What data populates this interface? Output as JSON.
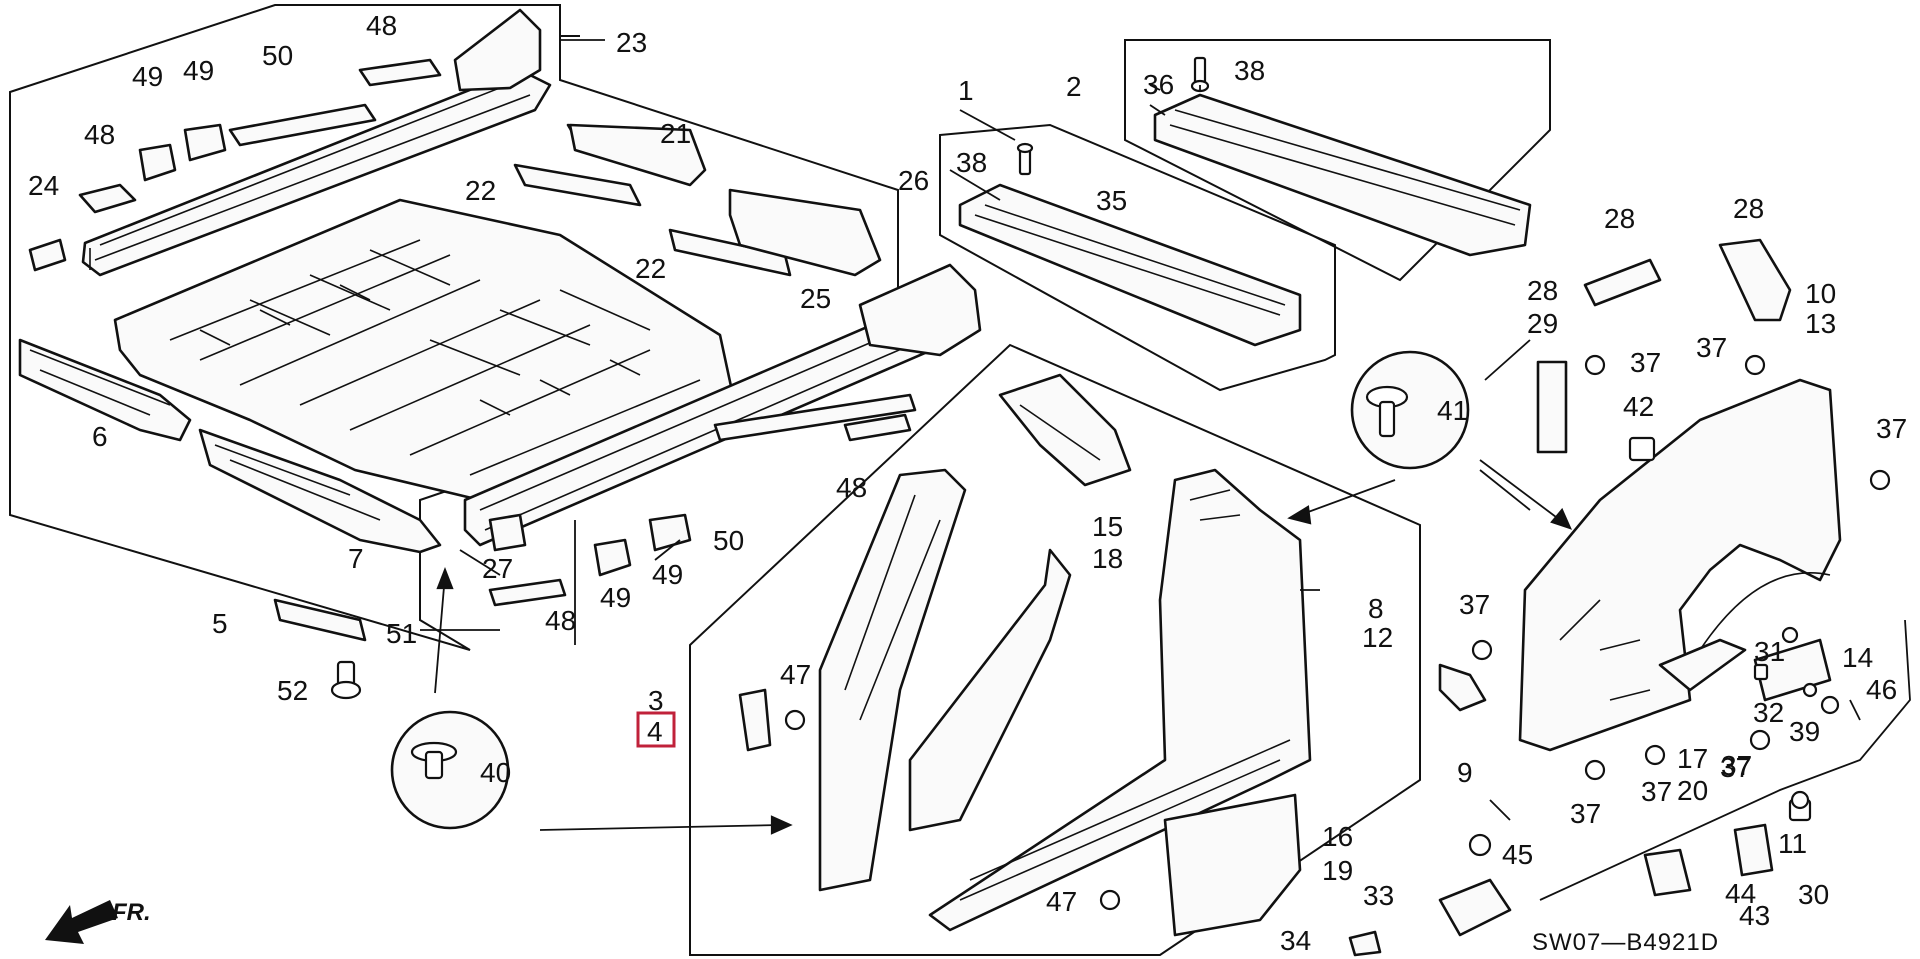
{
  "diagram": {
    "code": "SW07—B4921D",
    "direction_label": "FR.",
    "colors": {
      "line": "#111111",
      "highlight": "#c0213a",
      "background": "#ffffff"
    },
    "highlighted_callout": "4",
    "callouts": [
      "1",
      "2",
      "3",
      "4",
      "5",
      "6",
      "7",
      "8",
      "9",
      "10",
      "11",
      "12",
      "13",
      "14",
      "15",
      "16",
      "17",
      "18",
      "19",
      "20",
      "21",
      "22",
      "22",
      "23",
      "24",
      "25",
      "26",
      "27",
      "28",
      "28",
      "28",
      "29",
      "30",
      "31",
      "32",
      "33",
      "34",
      "35",
      "36",
      "37",
      "37",
      "37",
      "37",
      "37",
      "37",
      "37",
      "37",
      "38",
      "38",
      "39",
      "40",
      "41",
      "42",
      "43",
      "44",
      "45",
      "46",
      "47",
      "47",
      "48",
      "48",
      "48",
      "48",
      "49",
      "49",
      "49",
      "49",
      "50",
      "50",
      "51",
      "52"
    ]
  }
}
